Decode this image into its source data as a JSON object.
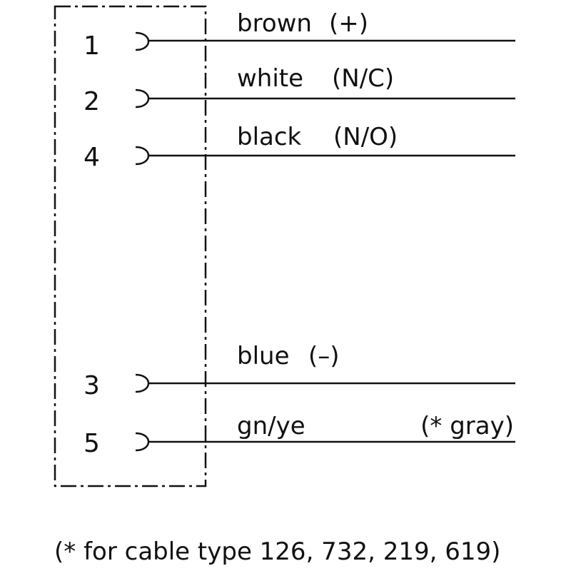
{
  "pins": [
    {
      "number": "1",
      "label": "brown",
      "signal": "(+)"
    },
    {
      "number": "2",
      "label": "white",
      "signal": "(N/C)"
    },
    {
      "number": "4",
      "label": "black",
      "signal": "(N/O)"
    },
    {
      "number": "3",
      "label": "blue",
      "signal": "(–)"
    },
    {
      "number": "5",
      "label": "gn/ye",
      "signal": "(* gray)"
    }
  ],
  "footnote": "(* for cable type 126, 732, 219, 619)",
  "colors": {
    "line": "#111111",
    "background": "#ffffff"
  }
}
